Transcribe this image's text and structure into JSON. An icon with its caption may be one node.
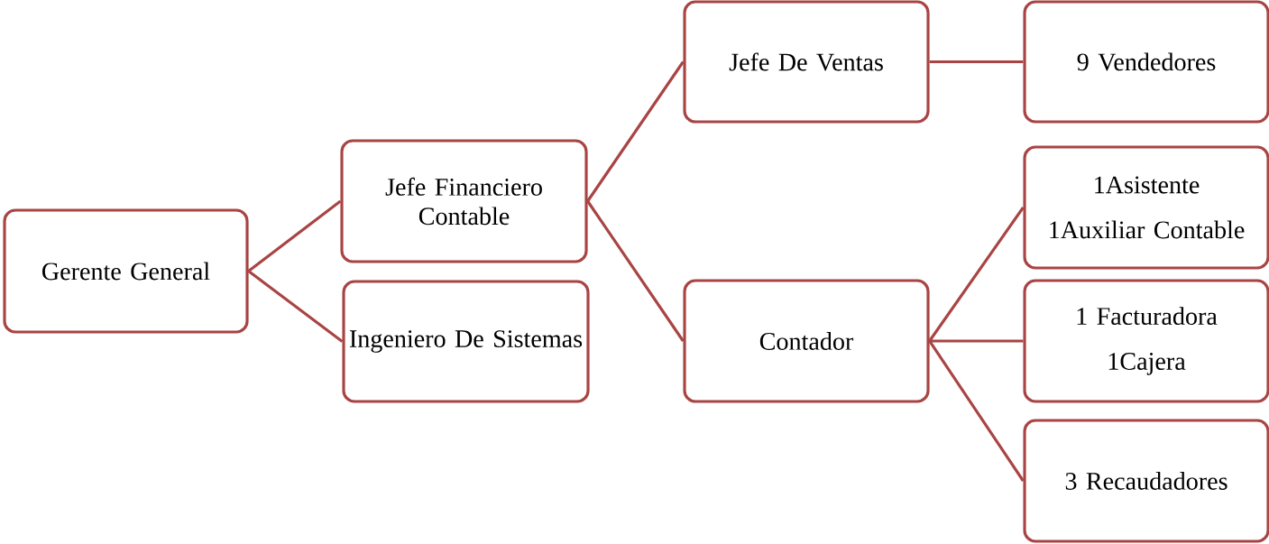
{
  "diagram": {
    "nodes": [
      {
        "text": [
          "Gerente General"
        ]
      },
      {
        "text": [
          "Jefe Financiero Contable"
        ]
      },
      {
        "text": [
          "Ingeniero De Sistemas"
        ]
      },
      {
        "text": [
          "Jefe De Ventas"
        ]
      },
      {
        "text": [
          "Contador"
        ]
      },
      {
        "text": [
          "9 Vendedores"
        ]
      },
      {
        "text": [
          "1Asistente",
          "1Auxiliar Contable"
        ]
      },
      {
        "text": [
          "1 Facturadora",
          "1Cajera"
        ]
      },
      {
        "text": [
          "3 Recaudadores"
        ]
      }
    ],
    "edges": [
      {
        "from": 0,
        "to": 1,
        "arrow": "none"
      },
      {
        "from": 0,
        "to": 2,
        "arrow": "none"
      },
      {
        "from": 1,
        "to": 3,
        "arrow": "none"
      },
      {
        "from": 1,
        "to": 4,
        "arrow": "none"
      },
      {
        "from": 3,
        "to": 5,
        "arrow": "none"
      },
      {
        "from": 4,
        "to": 6,
        "arrow": "none"
      },
      {
        "from": 4,
        "to": 7,
        "arrow": "none"
      },
      {
        "from": 4,
        "to": 8,
        "arrow": "none"
      }
    ]
  }
}
